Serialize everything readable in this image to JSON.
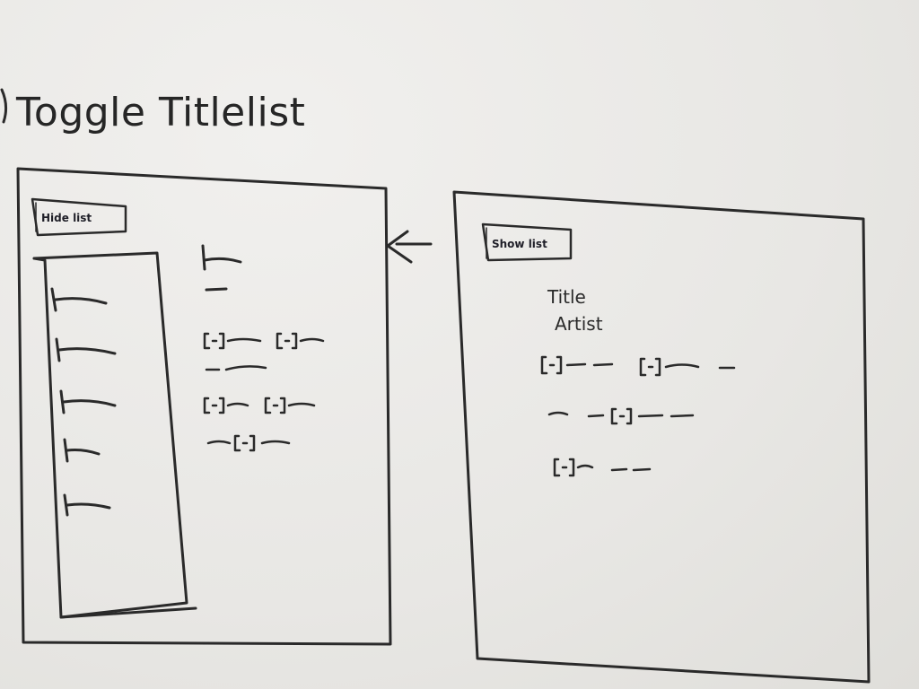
{
  "heading": {
    "text": "Toggle Titlelist"
  },
  "left_frame": {
    "hide_button_label": "Hide list"
  },
  "right_frame": {
    "show_button_label": "Show list",
    "detail_title": "Title",
    "detail_artist": "Artist"
  },
  "arrow": {
    "direction": "left"
  },
  "colors": {
    "ink": "#2a2a2a",
    "paper": "#e9e8e5"
  }
}
